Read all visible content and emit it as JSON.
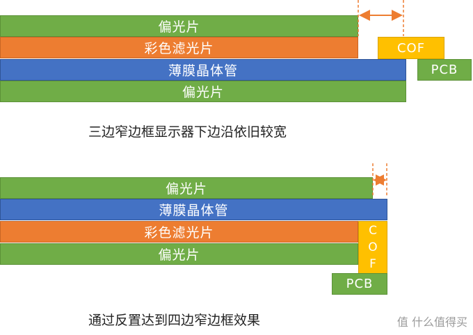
{
  "top": {
    "polarizer_top": "偏光片",
    "color_filter": "彩色滤光片",
    "tft": "薄膜晶体管",
    "polarizer_bottom": "偏光片",
    "cof": "COF",
    "pcb": "PCB",
    "caption": "三边窄边框显示器下边沿依旧较宽"
  },
  "bottom": {
    "polarizer_top": "偏光片",
    "tft": "薄膜晶体管",
    "color_filter": "彩色滤光片",
    "polarizer_bottom": "偏光片",
    "cof_letters": [
      "C",
      "O",
      "F"
    ],
    "pcb": "PCB",
    "caption": "通过反置达到四边窄边框效果"
  },
  "watermark": "值 什么值得买",
  "colors": {
    "polarizer": "#70ad47",
    "color_filter": "#ed7d31",
    "tft": "#4472c4",
    "cof": "#ffc000",
    "dimension_line": "#ed7d31"
  }
}
